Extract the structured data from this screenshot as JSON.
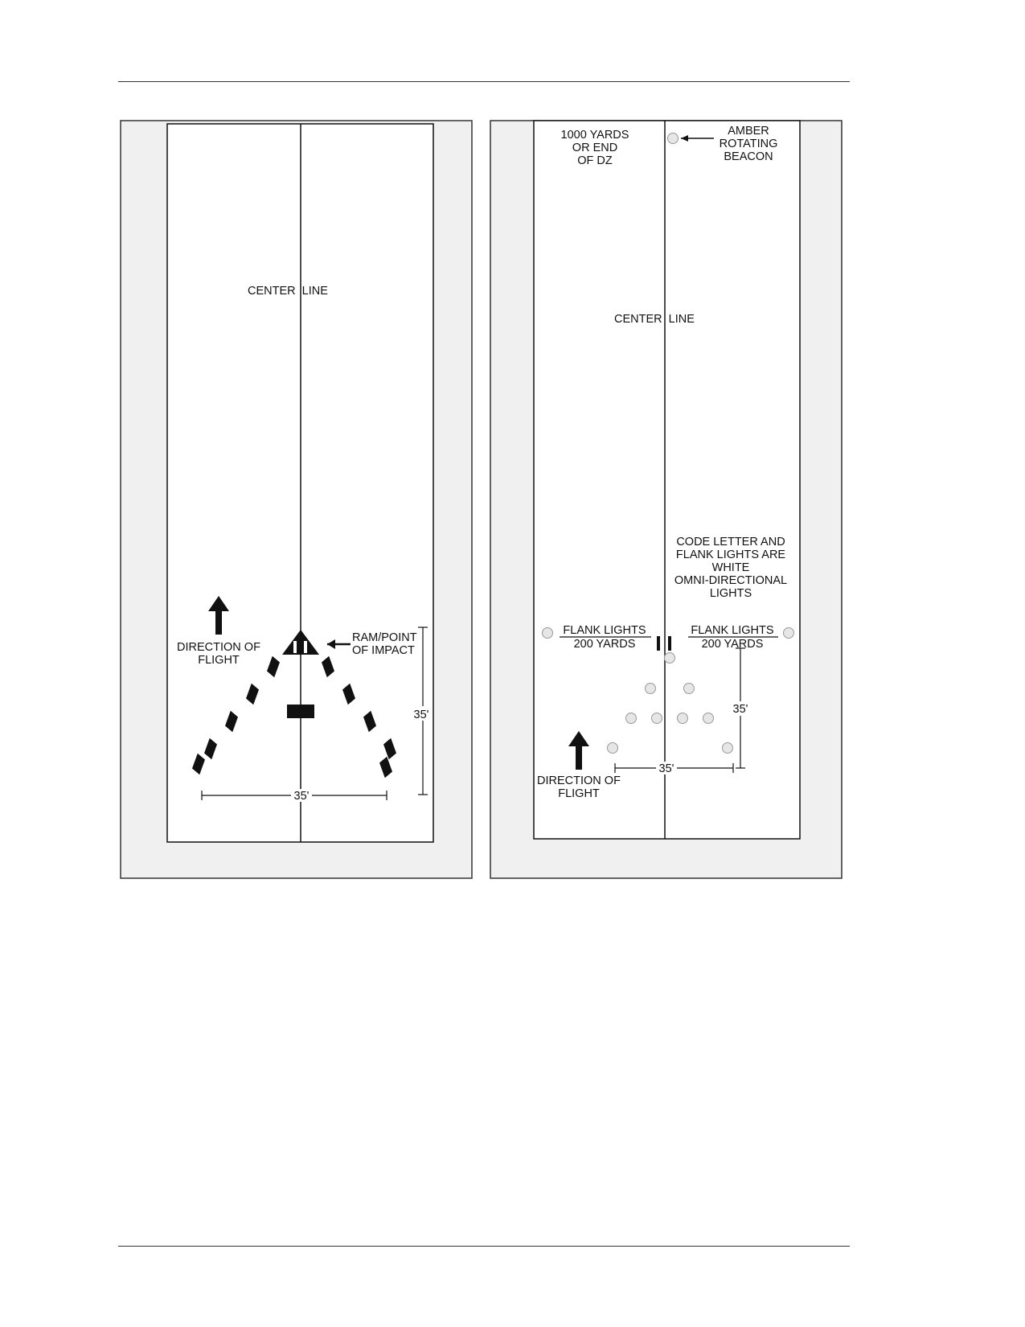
{
  "left_panel": {
    "center_line_label": "CENTER  LINE",
    "direction_label": [
      "DIRECTION OF",
      "FLIGHT"
    ],
    "ram_label": [
      "RAM/POINT",
      "OF IMPACT"
    ],
    "dim_vertical": "35'",
    "dim_horizontal": "35'"
  },
  "right_panel": {
    "end_label": [
      "1000 YARDS",
      "OR END",
      "OF DZ"
    ],
    "beacon_label": [
      "AMBER",
      "ROTATING",
      "BEACON"
    ],
    "center_line_label": "CENTER  LINE",
    "code_note": [
      "CODE LETTER AND",
      "FLANK LIGHTS ARE",
      "WHITE",
      "OMNI-DIRECTIONAL",
      "LIGHTS"
    ],
    "flank_left": [
      "FLANK LIGHTS",
      "200 YARDS"
    ],
    "flank_right": [
      "FLANK LIGHTS",
      "200 YARDS"
    ],
    "dim_vertical": "35'",
    "dim_horizontal": "35'",
    "direction_label": [
      "DIRECTION OF",
      "FLIGHT"
    ]
  },
  "colors": {
    "panel_bg": "#f0f0f0",
    "ink": "#111111",
    "light_fill": "#e6e6e6",
    "light_stroke": "#999999"
  }
}
